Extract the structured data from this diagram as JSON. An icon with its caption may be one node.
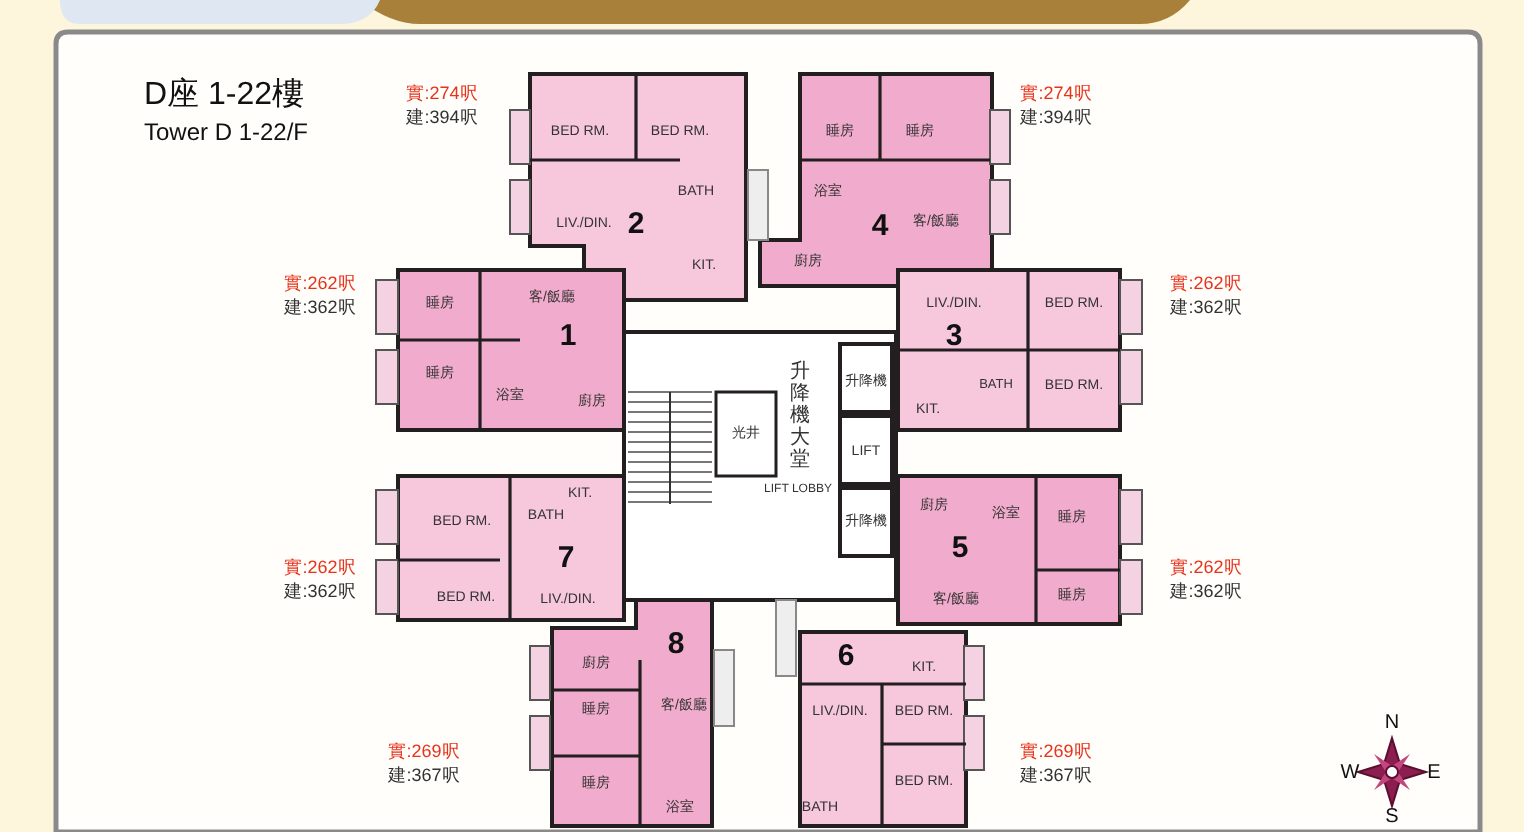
{
  "diagram": {
    "labels": [
      "D座 1-22樓",
      "Tower D 1-22/F",
      "實:274呎",
      "建:394呎",
      "實:274呎",
      "建:394呎",
      "實:262呎",
      "建:362呎",
      "實:262呎",
      "建:362呎",
      "實:262呎",
      "建:362呎",
      "實:262呎",
      "建:362呎",
      "實:269呎",
      "建:367呎",
      "實:269呎",
      "建:367呎",
      "BED RM.",
      "BED RM.",
      "LIV./DIN.",
      "2",
      "BATH",
      "KIT.",
      "睡房",
      "睡房",
      "浴室",
      "4",
      "客/飯廳",
      "廚房",
      "睡房",
      "客/飯廳",
      "1",
      "睡房",
      "浴室",
      "廚房",
      "LIV./DIN.",
      "3",
      "BED RM.",
      "BATH",
      "BED RM.",
      "KIT.",
      "升降機",
      "光井",
      "升降機大堂",
      "LIFT",
      "BED RM.",
      "BATH",
      "KIT.",
      "LIFT LOBBY",
      "升降機",
      "7",
      "BED RM.",
      "LIV./DIN.",
      "廚房",
      "浴室",
      "睡房",
      "5",
      "客/飯廳",
      "睡房",
      "8",
      "廚房",
      "睡房",
      "客/飯廳",
      "睡房",
      "浴室",
      "6",
      "KIT.",
      "LIV./DIN.",
      "BED RM.",
      "BED RM.",
      "BATH",
      "N",
      "W",
      "E",
      "S"
    ]
  }
}
